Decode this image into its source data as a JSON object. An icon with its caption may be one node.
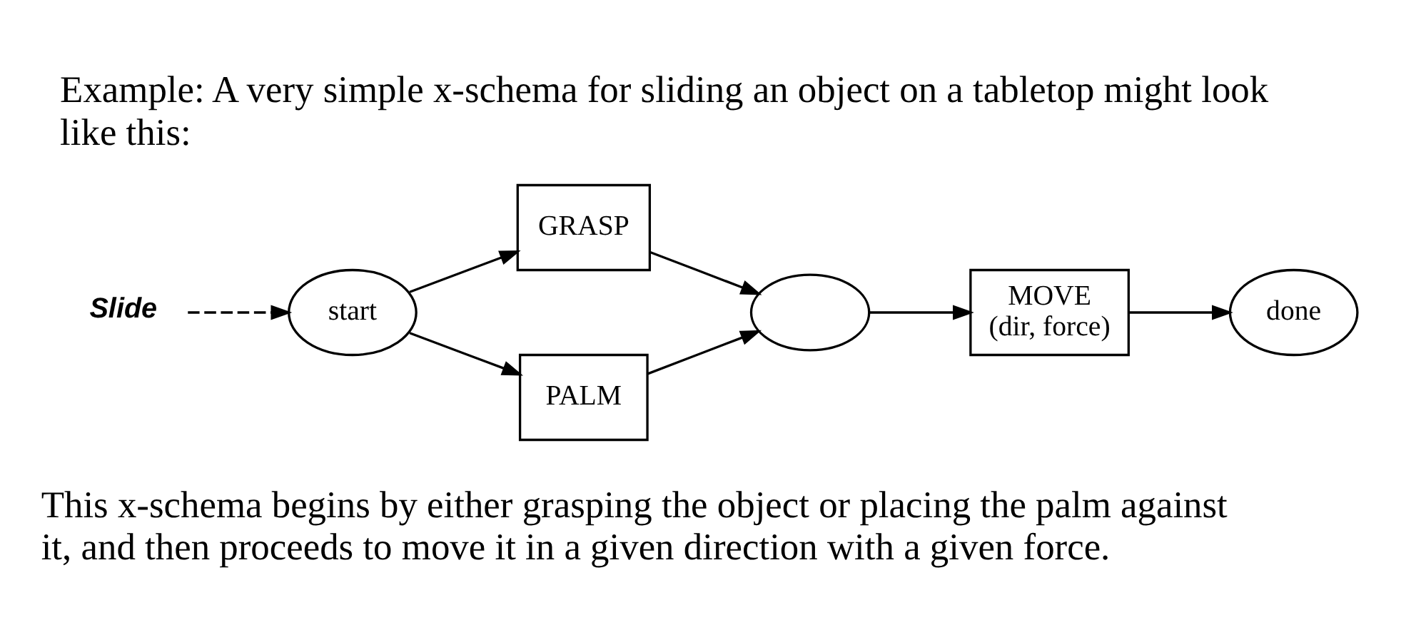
{
  "diagram": {
    "title": "Example: A very simple x-schema for sliding an object on a tabletop might look like this:",
    "caption": "This x-schema begins by either grasping the object or placing the palm against it, and then proceeds to move it in a given direction with a given force.",
    "nodes": [
      {
        "text": [
          "Slide"
        ]
      },
      {
        "text": [
          "start"
        ]
      },
      {
        "text": [
          "PALM"
        ]
      },
      {
        "text": [
          "GRASP"
        ]
      },
      {
        "text": [],
        "shape": "circle"
      },
      {
        "text": [
          "MOVE",
          "(dir, force)"
        ]
      },
      {
        "text": [
          "done"
        ]
      }
    ],
    "edges": [
      {
        "from": 0,
        "to": 1,
        "arrow": "to",
        "style": "dashed"
      },
      {
        "from": 1,
        "to": 2,
        "arrow": "to"
      },
      {
        "from": 1,
        "to": 3,
        "arrow": "to"
      },
      {
        "from": 2,
        "to": 4,
        "arrow": "to"
      },
      {
        "from": 3,
        "to": 4,
        "arrow": "to"
      },
      {
        "from": 4,
        "to": 5,
        "arrow": "to"
      },
      {
        "from": 5,
        "to": 6,
        "arrow": "to"
      }
    ]
  }
}
